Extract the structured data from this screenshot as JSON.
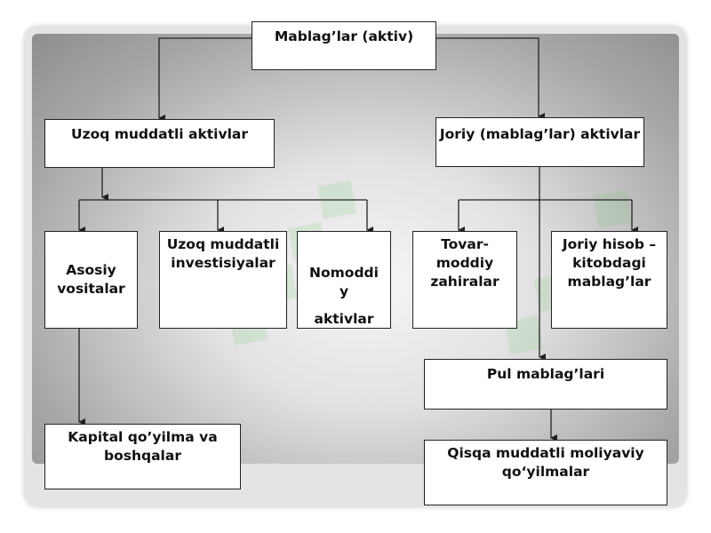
{
  "nodes": {
    "root": "Mablag’lar (aktiv)",
    "long_term": "Uzoq muddatli aktivlar",
    "current": "Joriy (mablag’lar) aktivlar",
    "fixed_assets": "Asosiy vositalar",
    "long_investments": "Uzoq muddatli investisiyalar",
    "intangible_line1": "Nomoddi",
    "intangible_line2": "y",
    "intangible_line3": "aktivlar",
    "inventory": "Tovar-moddiy zahiralar",
    "receivables": "Joriy hisob – kitobdagi mablag’lar",
    "cash": "Pul mablag’lari",
    "capital": "Kapital qo’yilma va boshqalar",
    "short_investments": "Qisqa muddatli moliyaviy qo‘yilmalar"
  },
  "colors": {
    "line": "#222222",
    "box_fill": "#ffffff",
    "watermark": "#78c878"
  }
}
